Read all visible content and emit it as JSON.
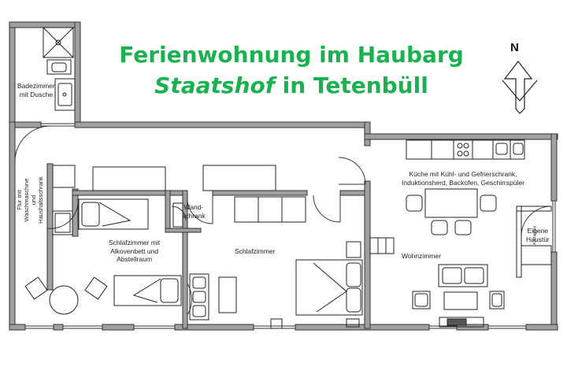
{
  "title": {
    "line1": "Ferienwohnung im Haubarg",
    "line2_italic": "Staatshof",
    "line2_rest": " in Tetenbüll"
  },
  "compass": {
    "label": "N"
  },
  "rooms": {
    "bathroom": {
      "line1": "Badezimmer",
      "line2": "mit Dusche"
    },
    "hallway": {
      "line1": "Flur mit",
      "line2": "Waschmaschine",
      "line3": "und",
      "line4": "Haushaltsschrank"
    },
    "wardrobe": {
      "line1": "Wand-",
      "line2": "schrank"
    },
    "bedroom1": {
      "line1": "Schlafzimmer mit",
      "line2": "Alkovenbett und",
      "line3": "Abstellraum"
    },
    "bedroom2": {
      "label": "Schlafzimmer"
    },
    "kitchen": {
      "line1": "Küche mit Kühl- und Gefrierschrank,",
      "line2": "Induktionsherd, Backofen, Geschirrspüler"
    },
    "living": {
      "label": "Wohnzimmer"
    },
    "entrance": {
      "line1": "Eigene",
      "line2": "Haustür"
    },
    "kitchen_small": {
      "label": "Küchenbar"
    }
  },
  "colors": {
    "title": "#1ab24f",
    "wall": "#9a9a9a",
    "ink": "#222222"
  }
}
